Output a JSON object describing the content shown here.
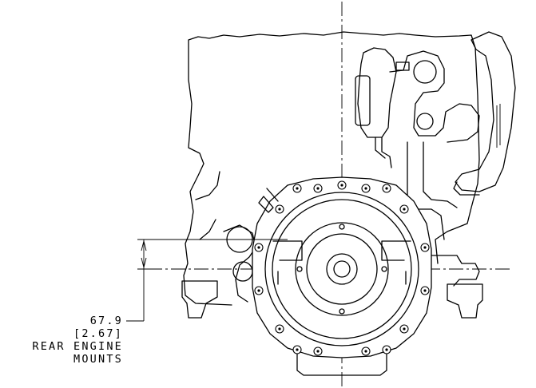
{
  "dimension": {
    "value_mm": "67.9",
    "value_in": "[2.67]",
    "label_line1": "REAR ENGINE",
    "label_line2": "MOUNTS"
  }
}
